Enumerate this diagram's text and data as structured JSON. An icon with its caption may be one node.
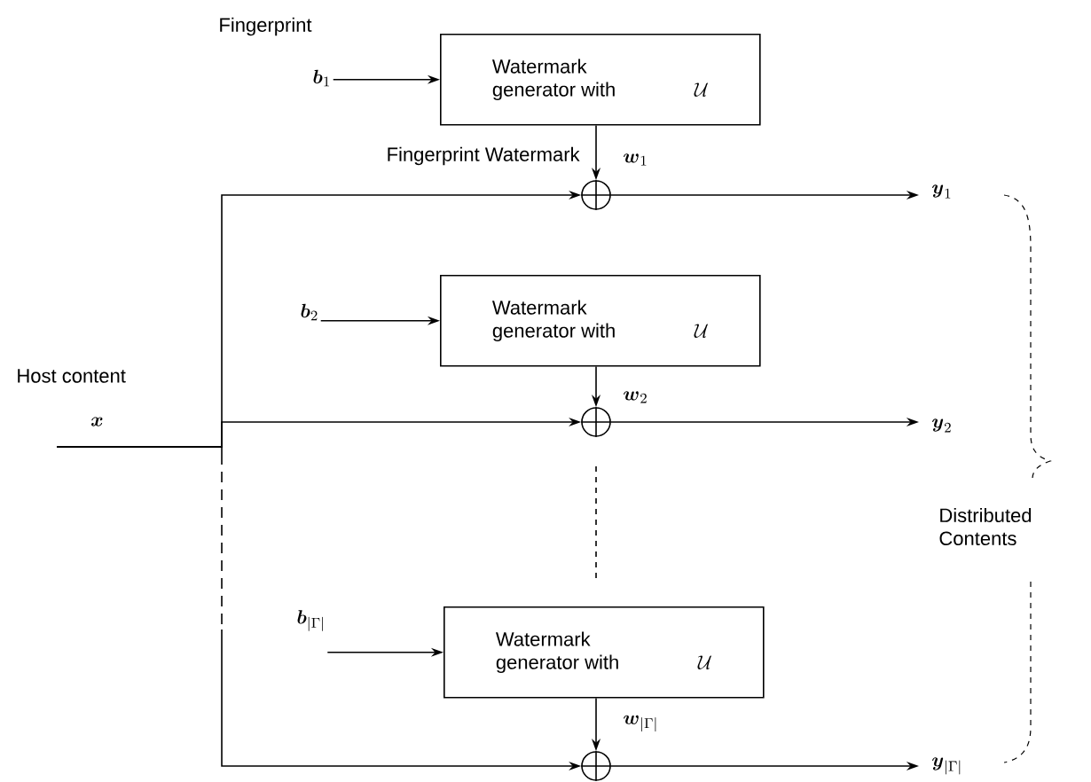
{
  "diagram": {
    "nodes": [
      {
        "text": [
          "\\boldsymbol{b}_1"
        ],
        "beside": [
          "Fingerprint"
        ]
      },
      {
        "text": [
          "Watermark generator with",
          "\\mathcal{U}"
        ]
      },
      {
        "text": [],
        "shape": "circle"
      },
      {
        "text": [
          "\\boldsymbol{y}_1"
        ]
      },
      {
        "text": [
          "\\boldsymbol{x}"
        ],
        "beside": [
          "Host content"
        ]
      },
      {
        "text": [
          "\\boldsymbol{b}_2"
        ]
      },
      {
        "text": [
          "Watermark generator with",
          "\\mathcal{U}"
        ]
      },
      {
        "text": [],
        "shape": "circle"
      },
      {
        "text": [
          "\\boldsymbol{y}_2"
        ]
      },
      {
        "text": [
          "\\boldsymbol{b}_{|\\Gamma|}"
        ]
      },
      {
        "text": [
          "Watermark generator with",
          "\\mathcal{U}"
        ]
      },
      {
        "text": [],
        "shape": "circle"
      },
      {
        "text": [
          "\\boldsymbol{y}_{|\\Gamma|}"
        ]
      }
    ],
    "edges": [
      {
        "from": 0,
        "to": 1,
        "arrow": "to"
      },
      {
        "from": 1,
        "to": 2,
        "arrow": "to",
        "label": "\\boldsymbol{w}_1"
      },
      {
        "from": 2,
        "to": 3,
        "arrow": "to"
      },
      {
        "from": 4,
        "to": 2,
        "arrow": "to"
      },
      {
        "from": 4,
        "to": 7,
        "arrow": "to"
      },
      {
        "from": 4,
        "to": 11,
        "arrow": "to",
        "style": "dashed"
      },
      {
        "from": 5,
        "to": 6,
        "arrow": "to"
      },
      {
        "from": 6,
        "to": 7,
        "arrow": "to",
        "label": "\\boldsymbol{w}_2"
      },
      {
        "from": 7,
        "to": 8,
        "arrow": "to"
      },
      {
        "from": 9,
        "to": 10,
        "arrow": "to"
      },
      {
        "from": 10,
        "to": 11,
        "arrow": "to",
        "label": "\\boldsymbol{w}_{|\\Gamma|}"
      },
      {
        "from": 11,
        "to": 12,
        "arrow": "to"
      }
    ],
    "labels": [
      "Fingerprint Watermark",
      "Distributed Contents"
    ]
  }
}
